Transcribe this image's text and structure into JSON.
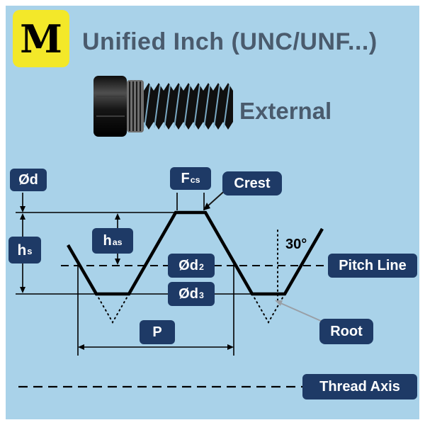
{
  "page": {
    "title": "Unified Inch (UNC/UNF...)",
    "subtitle": "External",
    "logo_letter": "M"
  },
  "diagram": {
    "labels": {
      "od": "Ød",
      "fcs_base": "F",
      "fcs_sub": "cs",
      "crest": "Crest",
      "hs_base": "h",
      "hs_sub": "s",
      "has_base": "h",
      "has_sub": "as",
      "od2_base": "Ød",
      "od2_sub": "2",
      "od3_base": "Ød",
      "od3_sub": "3",
      "angle": "30°",
      "pitch_line": "Pitch Line",
      "pitch": "P",
      "root": "Root",
      "thread_axis": "Thread Axis"
    }
  },
  "colors": {
    "background": "#a9d2e9",
    "frame": "#ffffff",
    "label_bg": "#1e3a66",
    "label_text": "#ffffff",
    "heading_text": "#4a5b6d",
    "logo_bg": "#f3e829",
    "logo_text": "#000000",
    "line": "#000000",
    "leader": "#999fa6"
  }
}
